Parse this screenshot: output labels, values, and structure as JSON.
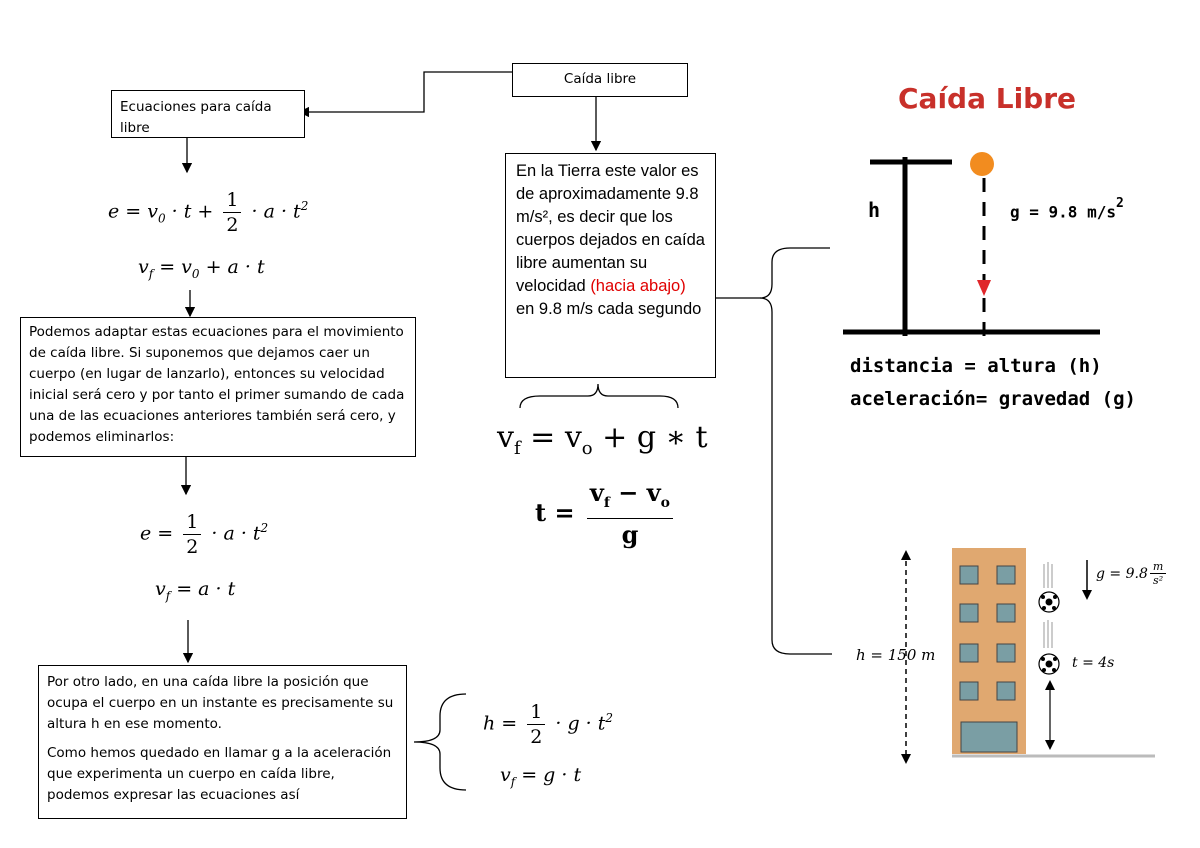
{
  "boxes": {
    "caida_libre": "Caída libre",
    "ecuaciones": "Ecuaciones para caída libre",
    "adaptar": "Podemos adaptar estas ecuaciones para el movimiento de caída libre. Si suponemos que dejamos caer un cuerpo (en lugar de lanzarlo), entonces su velocidad inicial será cero y por tanto el primer sumando de cada una de las ecuaciones anteriores también será cero, y podemos eliminarlos:",
    "tierra_pre": "En la Tierra este valor es de aproximadamente 9.8 m/s², es decir que los cuerpos dejados en caída libre aumentan su velocidad ",
    "tierra_red": "(hacia abajo)",
    "tierra_post": " en 9.8 m/s cada segundo",
    "otro_lado_p1": "Por otro lado, en una caída libre la posición que ocupa el cuerpo en un instante es precisamente su altura h en ese momento.",
    "otro_lado_p2": "Como hemos quedado en llamar g a la aceleración que experimenta un cuerpo en caída libre, podemos expresar las ecuaciones así"
  },
  "figure1": {
    "title": "Caída Libre",
    "h_label": "h",
    "g_label": "g = 9.8 m/s",
    "g_exp": "2",
    "line1": "distancia = altura (h)",
    "line2": "aceleración= gravedad (g)"
  },
  "figure2": {
    "h_label": "h = 150 m",
    "g_label": "g = 9.8",
    "g_unit_num": "m",
    "g_unit_den": "s²",
    "t_label": "t = 4s"
  },
  "colors": {
    "ball": "#f28c1f",
    "arrow_red": "#e0262a",
    "building": "#e0a870",
    "window": "#7a9ea4",
    "red_text": "#e00000"
  }
}
